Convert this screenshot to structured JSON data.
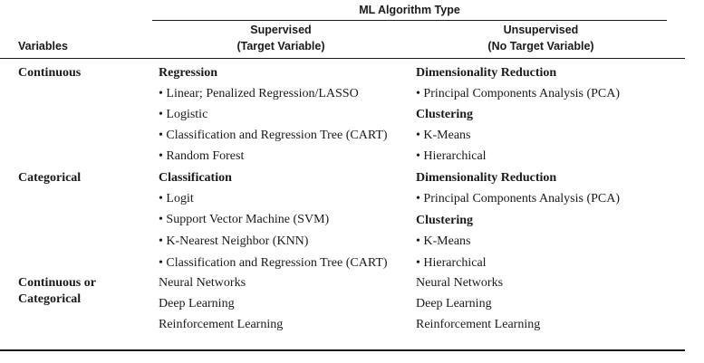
{
  "header": {
    "group_title": "ML Algorithm Type",
    "variables_label": "Variables",
    "supervised_line1": "Supervised",
    "supervised_line2": "(Target Variable)",
    "unsupervised_line1": "Unsupervised",
    "unsupervised_line2": "(No Target Variable)"
  },
  "rows": [
    {
      "variable": "Continuous",
      "supervised": [
        {
          "text": "Regression",
          "heading": true
        },
        {
          "text": "• Linear; Penalized Regression/LASSO",
          "heading": false
        },
        {
          "text": "• Logistic",
          "heading": false
        },
        {
          "text": "• Classification and Regression Tree (CART)",
          "heading": false
        },
        {
          "text": "• Random Forest",
          "heading": false
        }
      ],
      "unsupervised": [
        {
          "text": "Dimensionality Reduction",
          "heading": true
        },
        {
          "text": "• Principal Components Analysis (PCA)",
          "heading": false
        },
        {
          "text": "Clustering",
          "heading": true
        },
        {
          "text": "• K-Means",
          "heading": false
        },
        {
          "text": "• Hierarchical",
          "heading": false
        }
      ]
    },
    {
      "variable": "Categorical",
      "supervised": [
        {
          "text": "Classification",
          "heading": true
        },
        {
          "text": "• Logit",
          "heading": false
        },
        {
          "text": "• Support Vector Machine (SVM)",
          "heading": false
        },
        {
          "text": "• K-Nearest Neighbor (KNN)",
          "heading": false
        },
        {
          "text": "• Classification and Regression Tree (CART)",
          "heading": false
        }
      ],
      "unsupervised": [
        {
          "text": "Dimensionality Reduction",
          "heading": true
        },
        {
          "text": "• Principal Components Analysis (PCA)",
          "heading": false
        },
        {
          "text": "Clustering",
          "heading": true
        },
        {
          "text": "• K-Means",
          "heading": false
        },
        {
          "text": "• Hierarchical",
          "heading": false
        }
      ]
    },
    {
      "variable_line1": "Continuous or",
      "variable_line2": "Categorical",
      "supervised": [
        {
          "text": "Neural Networks",
          "heading": false
        },
        {
          "text": "Deep Learning",
          "heading": false
        },
        {
          "text": "Reinforcement Learning",
          "heading": false
        }
      ],
      "unsupervised": [
        {
          "text": "Neural Networks",
          "heading": false
        },
        {
          "text": "Deep Learning",
          "heading": false
        },
        {
          "text": "Reinforcement Learning",
          "heading": false
        }
      ]
    }
  ]
}
